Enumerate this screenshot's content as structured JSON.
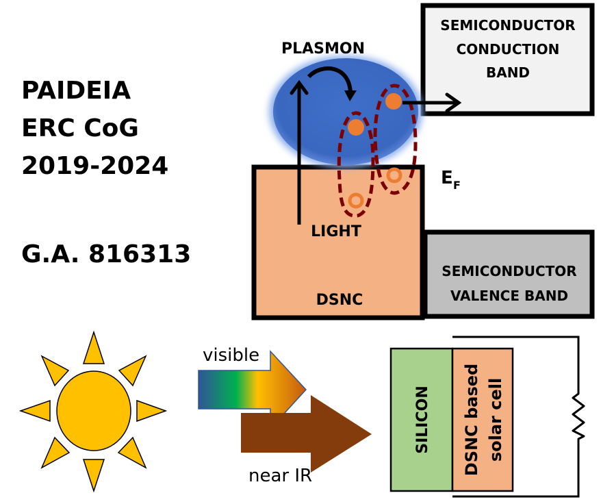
{
  "project": {
    "name": "PAIDEIA",
    "grant_type": "ERC CoG",
    "period": "2019-2024",
    "grant_agreement": "G.A. 816313"
  },
  "band_diagram": {
    "plasmon_label": "PLASMON",
    "light_label": "LIGHT",
    "dsnc_label": "DSNC",
    "fermi_label": "E",
    "fermi_subscript": "F",
    "conduction_band_lines": [
      "SEMICONDUCTOR",
      "CONDUCTION",
      "BAND"
    ],
    "valence_band_lines": [
      "SEMICONDUCTOR",
      "VALENCE BAND"
    ]
  },
  "solar_cell": {
    "visible_label": "visible",
    "near_ir_label": "near IR",
    "silicon_label": "SILICON",
    "dsnc_cell_lines": [
      "DSNC based",
      "solar cell"
    ]
  },
  "colors": {
    "dsnc_fill": "#f4b183",
    "conduction_fill": "#f2f2f2",
    "valence_fill": "#bfbfbf",
    "plasmon_blue": "#4472c4",
    "electron_orange": "#ed7d31",
    "dashed_loop": "#7b0000",
    "sun_yellow": "#ffc000",
    "near_ir_brown": "#843c0c",
    "silicon_green": "#a9d18e"
  }
}
